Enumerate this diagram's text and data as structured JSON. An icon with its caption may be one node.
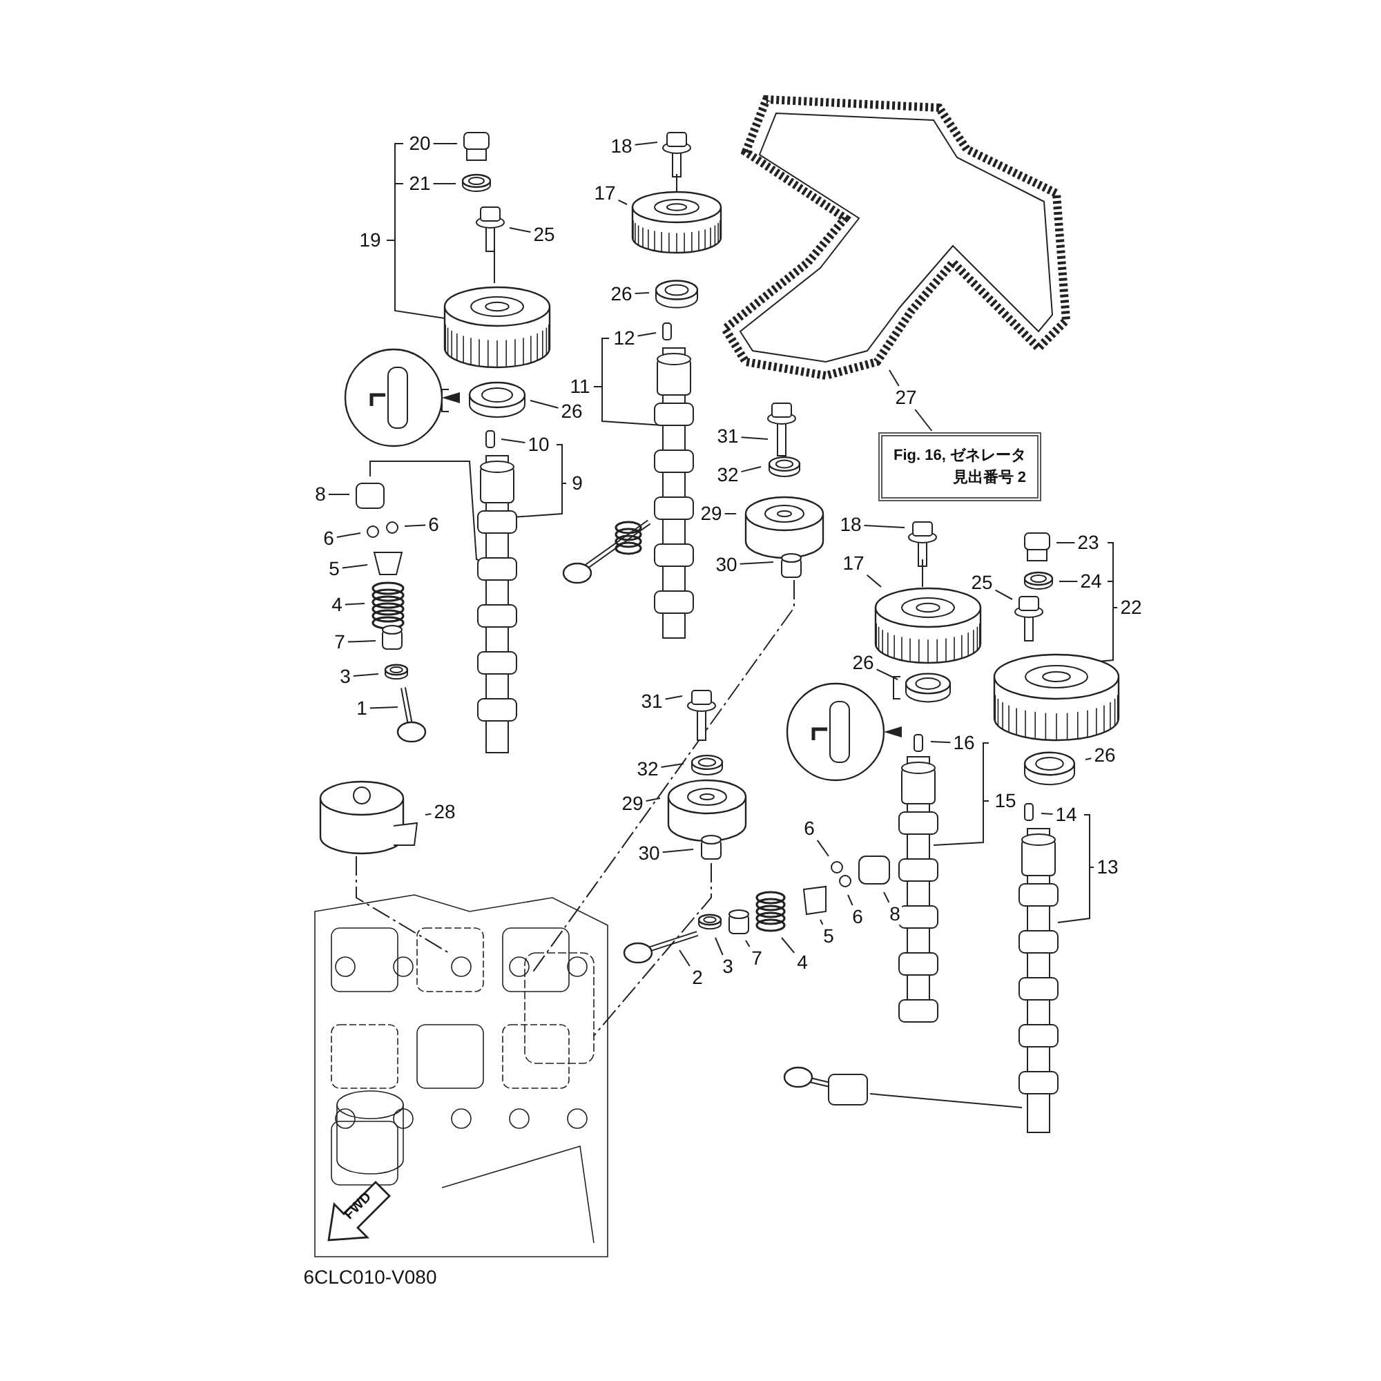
{
  "diagram": {
    "nodes": [
      {
        "text": [
          "20"
        ]
      },
      {
        "text": [
          "21"
        ]
      },
      {
        "text": [
          "25"
        ]
      },
      {
        "text": [
          "26"
        ]
      },
      {
        "text": [
          "10"
        ]
      },
      {
        "text": [
          "8"
        ]
      },
      {
        "text": [
          "6"
        ]
      },
      {
        "text": [
          "6"
        ]
      },
      {
        "text": [
          "5"
        ]
      },
      {
        "text": [
          "4"
        ]
      },
      {
        "text": [
          "7"
        ]
      },
      {
        "text": [
          "3"
        ]
      },
      {
        "text": [
          "1"
        ]
      },
      {
        "text": [
          "18"
        ]
      },
      {
        "text": [
          "17"
        ]
      },
      {
        "text": [
          "26"
        ]
      },
      {
        "text": [
          "12"
        ]
      },
      {
        "text": [
          "31"
        ]
      },
      {
        "text": [
          "32"
        ]
      },
      {
        "text": [
          "29"
        ]
      },
      {
        "text": [
          "30"
        ]
      },
      {
        "text": [
          "27"
        ]
      },
      {
        "text": [
          "Fig. 16, ゼネレータ見出番号 2"
        ]
      },
      {
        "text": [
          "18"
        ]
      },
      {
        "text": [
          "17"
        ]
      },
      {
        "text": [
          "23"
        ]
      },
      {
        "text": [
          "24"
        ]
      },
      {
        "text": [
          "25"
        ]
      },
      {
        "text": [
          "26"
        ]
      },
      {
        "text": [
          "16"
        ]
      },
      {
        "text": [
          "26"
        ]
      },
      {
        "text": [
          "14"
        ]
      },
      {
        "text": [
          "31"
        ]
      },
      {
        "text": [
          "32"
        ]
      },
      {
        "text": [
          "29"
        ]
      },
      {
        "text": [
          "30"
        ]
      },
      {
        "text": [
          "28"
        ]
      },
      {
        "text": [
          "6"
        ]
      },
      {
        "text": [
          "6"
        ]
      },
      {
        "text": [
          "8"
        ]
      },
      {
        "text": [
          "5"
        ]
      },
      {
        "text": [
          "4"
        ]
      },
      {
        "text": [
          "7"
        ]
      },
      {
        "text": [
          "3"
        ]
      },
      {
        "text": [
          "2"
        ]
      },
      {
        "text": [
          "19"
        ]
      },
      {
        "text": [
          "9"
        ]
      },
      {
        "text": [
          "11"
        ]
      },
      {
        "text": [
          "22"
        ]
      },
      {
        "text": [
          "15"
        ]
      },
      {
        "text": [
          "13"
        ]
      }
    ],
    "edges": [
      {
        "from": 0,
        "to": null,
        "arrow": "none"
      },
      {
        "from": 1,
        "to": null,
        "arrow": "none"
      },
      {
        "from": 2,
        "to": null,
        "arrow": "none"
      },
      {
        "from": 3,
        "to": null,
        "arrow": "none"
      },
      {
        "from": 4,
        "to": null,
        "arrow": "none"
      },
      {
        "from": 5,
        "to": null,
        "arrow": "none"
      },
      {
        "from": 6,
        "to": null,
        "arrow": "none"
      },
      {
        "from": 7,
        "to": null,
        "arrow": "none"
      },
      {
        "from": 8,
        "to": null,
        "arrow": "none"
      },
      {
        "from": 9,
        "to": null,
        "arrow": "none"
      },
      {
        "from": 10,
        "to": null,
        "arrow": "none"
      },
      {
        "from": 11,
        "to": null,
        "arrow": "none"
      },
      {
        "from": 12,
        "to": null,
        "arrow": "none"
      },
      {
        "from": 13,
        "to": null,
        "arrow": "none"
      },
      {
        "from": 14,
        "to": null,
        "arrow": "none"
      },
      {
        "from": 15,
        "to": null,
        "arrow": "none"
      },
      {
        "from": 16,
        "to": null,
        "arrow": "none"
      },
      {
        "from": 17,
        "to": null,
        "arrow": "none"
      },
      {
        "from": 18,
        "to": null,
        "arrow": "none"
      },
      {
        "from": 19,
        "to": null,
        "arrow": "none"
      },
      {
        "from": 20,
        "to": null,
        "arrow": "none"
      },
      {
        "from": 21,
        "to": null,
        "arrow": "none"
      },
      {
        "from": 21,
        "to": 22,
        "arrow": "none"
      },
      {
        "from": 23,
        "to": null,
        "arrow": "none"
      },
      {
        "from": 24,
        "to": null,
        "arrow": "none"
      },
      {
        "from": 25,
        "to": null,
        "arrow": "none"
      },
      {
        "from": 26,
        "to": null,
        "arrow": "none"
      },
      {
        "from": 27,
        "to": null,
        "arrow": "none"
      },
      {
        "from": 28,
        "to": null,
        "arrow": "none"
      },
      {
        "from": 29,
        "to": null,
        "arrow": "none"
      },
      {
        "from": 30,
        "to": null,
        "arrow": "none"
      },
      {
        "from": 31,
        "to": null,
        "arrow": "none"
      },
      {
        "from": 32,
        "to": null,
        "arrow": "none"
      },
      {
        "from": 33,
        "to": null,
        "arrow": "none"
      },
      {
        "from": 34,
        "to": null,
        "arrow": "none"
      },
      {
        "from": 35,
        "to": null,
        "arrow": "none"
      },
      {
        "from": 36,
        "to": null,
        "arrow": "none"
      },
      {
        "from": 37,
        "to": null,
        "arrow": "none"
      },
      {
        "from": 38,
        "to": null,
        "arrow": "none"
      },
      {
        "from": 39,
        "to": null,
        "arrow": "none"
      },
      {
        "from": 40,
        "to": null,
        "arrow": "none"
      },
      {
        "from": 41,
        "to": null,
        "arrow": "none"
      },
      {
        "from": 42,
        "to": null,
        "arrow": "none"
      },
      {
        "from": 43,
        "to": null,
        "arrow": "none"
      },
      {
        "from": 44,
        "to": null,
        "arrow": "none"
      }
    ],
    "labels": [
      "FWD",
      "6CLC010-V080"
    ]
  }
}
